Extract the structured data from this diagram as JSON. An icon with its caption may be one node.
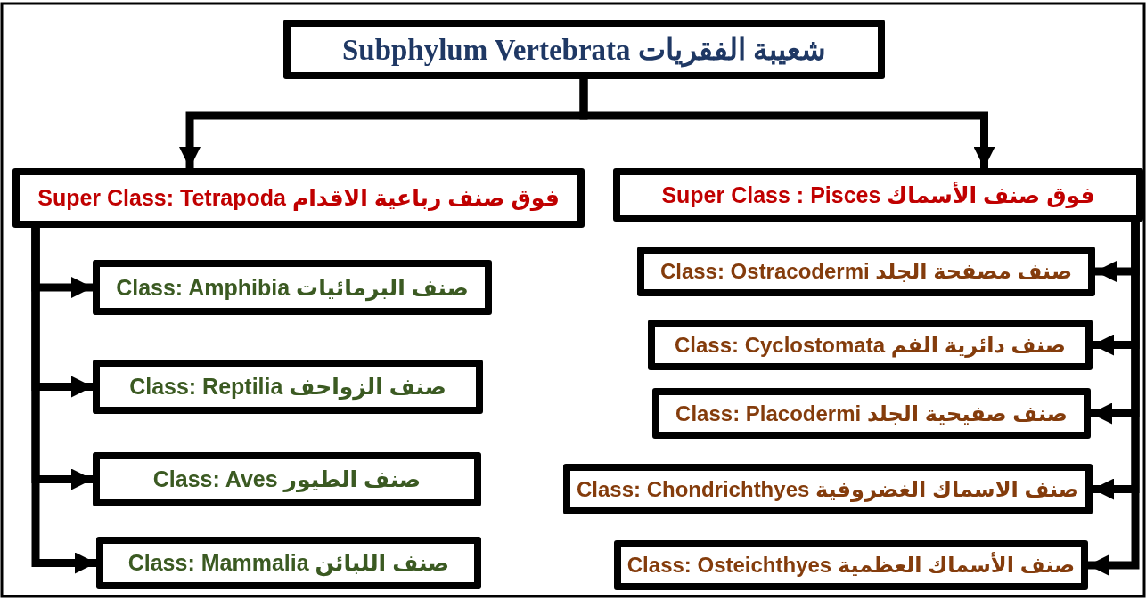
{
  "diagram": {
    "nodes": [
      {
        "text": [
          "Subphylum Vertebrata شعيبة الفقريات"
        ]
      },
      {
        "text": [
          "Super Class: Tetrapoda  فوق صنف رباعية الاقدام"
        ]
      },
      {
        "text": [
          "Super Class : Pisces  فوق صنف الأسماك"
        ]
      },
      {
        "text": [
          "Class: Amphibia صنف البرمائيات"
        ]
      },
      {
        "text": [
          "Class: Reptilia صنف الزواحف"
        ]
      },
      {
        "text": [
          "Class: Aves صنف الطيور"
        ]
      },
      {
        "text": [
          "Class: Mammalia صنف اللبائن"
        ]
      },
      {
        "text": [
          "Class: Ostracodermi صنف مصفحة الجلد"
        ]
      },
      {
        "text": [
          "Class: Cyclostomata  صنف دائرية الفم"
        ]
      },
      {
        "text": [
          "Class: Placodermi صنف صفيحية الجلد"
        ]
      },
      {
        "text": [
          "Class: Chondrichthyes صنف الاسماك الغضروفية"
        ]
      },
      {
        "text": [
          "Class: Osteichthyes صنف الأسماك العظمية"
        ]
      }
    ],
    "edges": [
      {
        "from": 0,
        "to": 1,
        "arrow": "to"
      },
      {
        "from": 0,
        "to": 2,
        "arrow": "to"
      },
      {
        "from": 1,
        "to": 3,
        "arrow": "to"
      },
      {
        "from": 1,
        "to": 4,
        "arrow": "to"
      },
      {
        "from": 1,
        "to": 5,
        "arrow": "to"
      },
      {
        "from": 1,
        "to": 6,
        "arrow": "to"
      },
      {
        "from": 2,
        "to": 7,
        "arrow": "to"
      },
      {
        "from": 2,
        "to": 8,
        "arrow": "to"
      },
      {
        "from": 2,
        "to": 9,
        "arrow": "to"
      },
      {
        "from": 2,
        "to": 10,
        "arrow": "to"
      },
      {
        "from": 2,
        "to": 11,
        "arrow": "to"
      }
    ]
  }
}
